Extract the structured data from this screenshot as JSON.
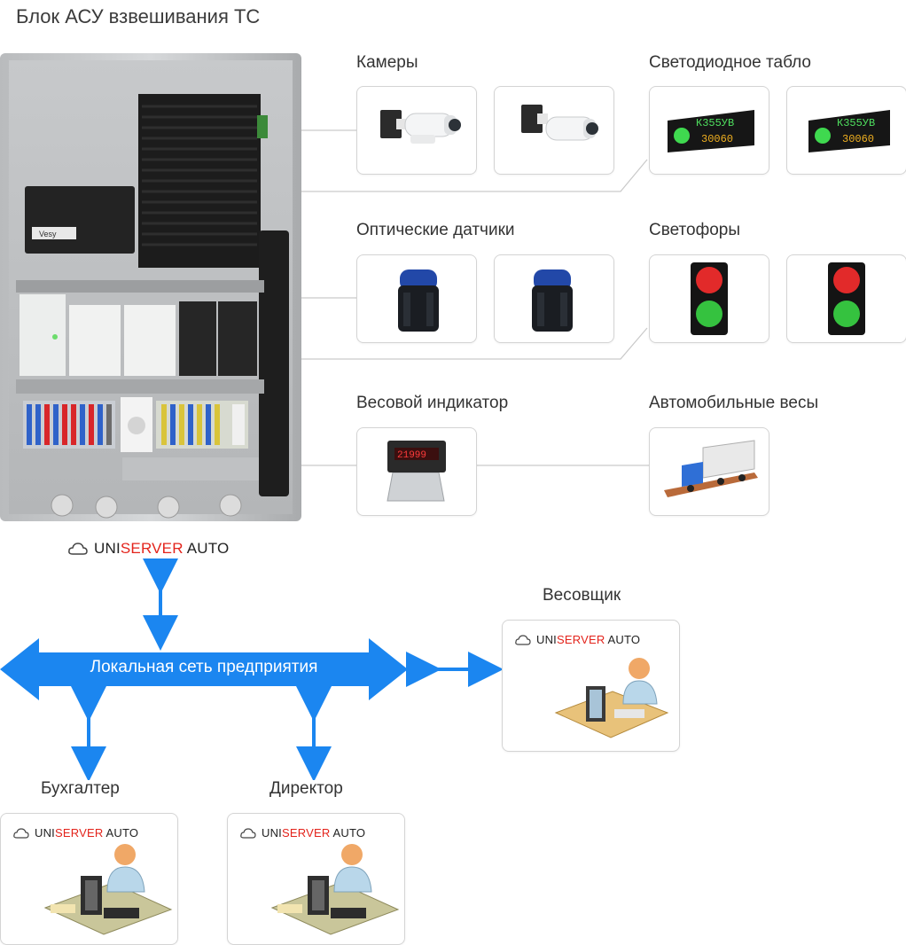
{
  "title": "Блок АСУ взвешивания ТС",
  "sections": {
    "cameras": "Камеры",
    "led_board": "Светодиодное табло",
    "optical_sensors": "Оптические датчики",
    "traffic_lights": "Светофоры",
    "weight_indicator": "Весовой индикатор",
    "truck_scales": "Автомобильные весы"
  },
  "led_board_text": {
    "plate": "К355УВ",
    "weight": "30060"
  },
  "indicator_display": "21999",
  "cabinet_brand_label": "Vesy",
  "brand": {
    "prefix": "UNI",
    "highlight": "SERVER",
    "suffix": " AUTO"
  },
  "network_label": "Локальная сеть предприятия",
  "roles": {
    "weigher": "Весовщик",
    "accountant": "Бухгалтер",
    "director": "Директор"
  },
  "colors": {
    "arrow_blue": "#1b86f0",
    "brand_red": "#e3231b",
    "line_gray": "#c9c9c9"
  }
}
